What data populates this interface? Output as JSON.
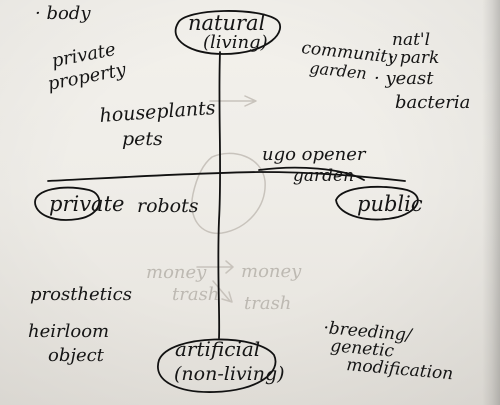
{
  "diagram": {
    "axis_labels": {
      "top_line1": "natural",
      "top_line2": "(living)",
      "bottom_line1": "artificial",
      "bottom_line2": "(non-living)",
      "left": "private",
      "right": "public"
    },
    "notes": {
      "body": "· body",
      "private_property_line1": "private",
      "private_property_line2": "property",
      "community_garden_line1": "community",
      "community_garden_line2": "garden",
      "natl_park_line1": "nat'l",
      "natl_park_line2": "· park",
      "yeast": "· yeast",
      "bacteria": "bacteria",
      "houseplants": "houseplants",
      "pets": "pets",
      "ugo_opener_line1": "ugo opener",
      "ugo_opener_line2": "garden",
      "robots": "robots",
      "prosthetics": "prosthetics",
      "heirloom_line1": "heirloom",
      "heirloom_line2": "object",
      "breeding_line1": "·breeding/",
      "breeding_line2": "genetic",
      "breeding_line3": "modification"
    },
    "faint_notes": {
      "money_left": "money",
      "money_right": "money",
      "trash_left": "trash",
      "trash_right": "trash"
    },
    "colors": {
      "ink": "#151515",
      "paper": "#f3f1ec",
      "ghost_ink": "#c8c3bc"
    }
  }
}
